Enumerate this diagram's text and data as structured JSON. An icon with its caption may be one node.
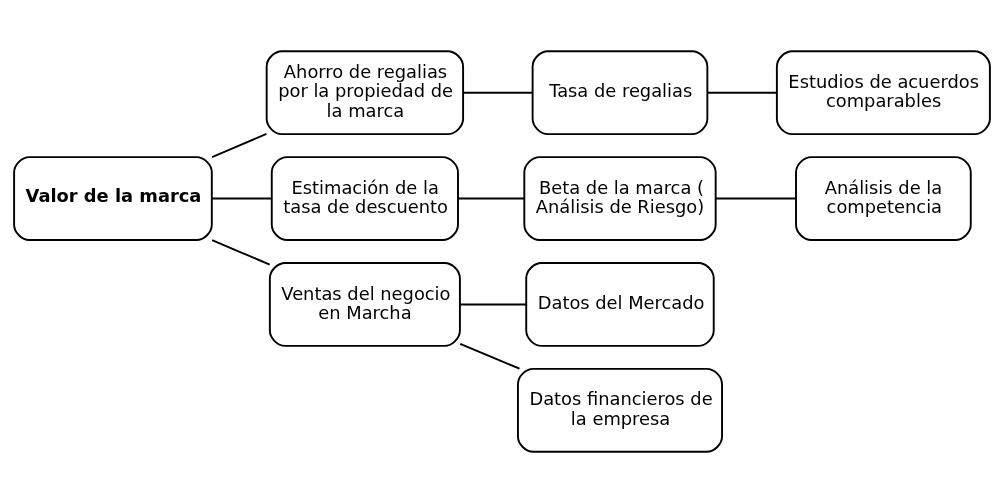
{
  "diagram": {
    "nodes": [
      {
        "text": [
          "Valor de la marca"
        ]
      },
      {
        "text": [
          "Ahorro de regalias por la propiedad de la marca"
        ]
      },
      {
        "text": [
          "Estimación de la tasa de descuento"
        ]
      },
      {
        "text": [
          "Ventas del negocio en Marcha"
        ]
      },
      {
        "text": [
          "Tasa de regalias"
        ]
      },
      {
        "text": [
          "Estudios de acuerdos comparables"
        ]
      },
      {
        "text": [
          "Beta de la marca ( Análisis de Riesgo)"
        ]
      },
      {
        "text": [
          "Análisis de la competencia"
        ]
      },
      {
        "text": [
          "Datos del Mercado"
        ]
      },
      {
        "text": [
          "Datos financieros de la empresa"
        ]
      }
    ],
    "edges": [
      {
        "from": 0,
        "to": 1,
        "arrow": "none"
      },
      {
        "from": 0,
        "to": 2,
        "arrow": "none"
      },
      {
        "from": 0,
        "to": 3,
        "arrow": "none"
      },
      {
        "from": 1,
        "to": 4,
        "arrow": "none"
      },
      {
        "from": 4,
        "to": 5,
        "arrow": "none"
      },
      {
        "from": 2,
        "to": 6,
        "arrow": "none"
      },
      {
        "from": 6,
        "to": 7,
        "arrow": "none"
      },
      {
        "from": 3,
        "to": 8,
        "arrow": "none"
      },
      {
        "from": 3,
        "to": 9,
        "arrow": "none"
      }
    ]
  }
}
